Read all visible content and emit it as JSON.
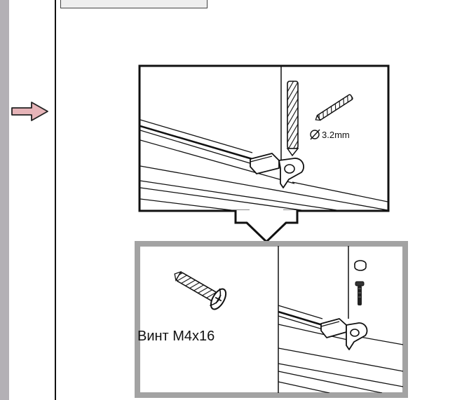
{
  "page": {
    "background": "#ffffff",
    "side_bar_color": "#b3b0b5",
    "pointer_arrow_color": "#e6b4b8"
  },
  "step_figure": {
    "drill_bit_icon": "drill-bit",
    "drill_size_text": "3.2mm",
    "drill_symbol": "diameter"
  },
  "result_figure": {
    "frame_color": "#a3a3a3",
    "screw_icon": "phillips-screw",
    "screw_label": "Винт M4x16"
  }
}
